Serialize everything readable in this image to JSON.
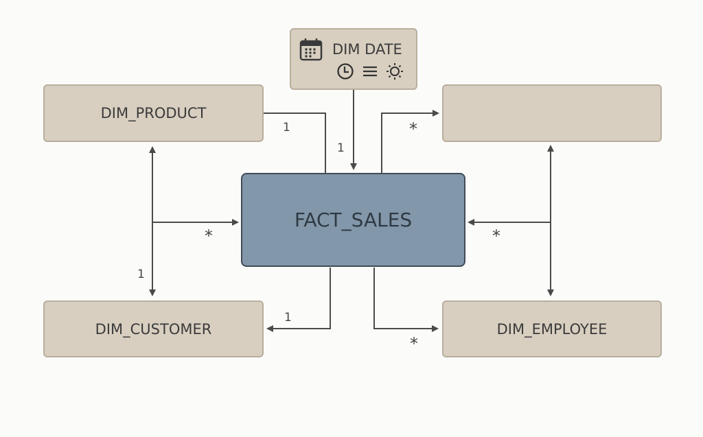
{
  "entities": {
    "dim_date": "DIM DATE",
    "dim_product": "DIM_PRODUCT",
    "unnamed_dimension": "",
    "fact_sales": "FACT_SALES",
    "dim_customer": "DIM_CUSTOMER",
    "dim_employee": "DIM_EMPLOYEE"
  },
  "date_icons": [
    "calendar-icon",
    "clock-icon",
    "list-icon",
    "sun-icon"
  ],
  "cardinality": {
    "product_fact": "1",
    "date_fact": "1",
    "fact_unnamed": "*",
    "product_customer_to_fact": "*",
    "product_customer": "1",
    "unnamed_employee_to_fact": "*",
    "fact_customer": "1",
    "fact_employee": "*"
  },
  "colors": {
    "dimension": "#d8cfc0",
    "fact": "#8297a9",
    "line": "#4a4a4a"
  }
}
